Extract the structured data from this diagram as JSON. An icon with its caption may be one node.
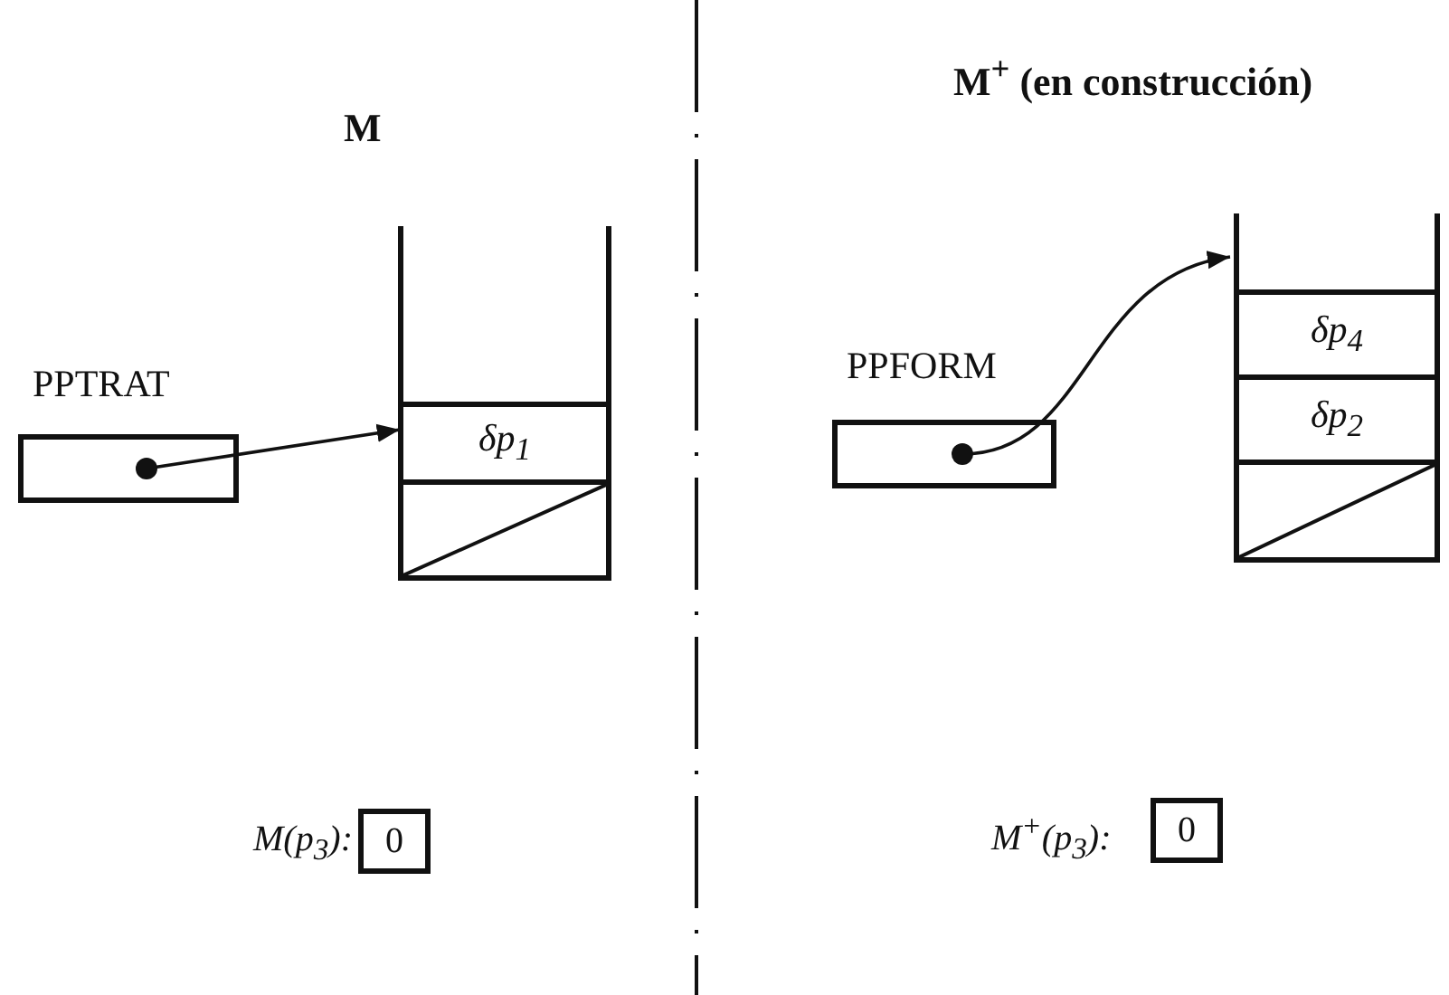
{
  "diagram": {
    "nodes": [
      {
        "text": [
          "PPTRAT"
        ]
      },
      {
        "text": [],
        "shape": "box"
      },
      {
        "text": [
          "δp$_{1}$"
        ],
        "in": 1
      },
      {
        "text": [],
        "shape": "box",
        "in": 1
      },
      {
        "text": [
          "PPFORM"
        ]
      },
      {
        "text": [],
        "shape": "box"
      },
      {
        "text": [
          "δp$_{4}$"
        ],
        "in": 5
      },
      {
        "text": [
          "δp$_{2}$"
        ],
        "in": 5
      },
      {
        "text": [],
        "shape": "box",
        "in": 5
      },
      {
        "text": [
          "0"
        ],
        "beside": [
          "M(p$_{3}$):"
        ]
      },
      {
        "text": [
          "0"
        ],
        "beside": [
          "M$^{+}$(p$_{3}$):"
        ]
      }
    ],
    "edges": [
      {
        "from": 0,
        "to": 2,
        "arrow": "to"
      },
      {
        "from": 4,
        "to": 5,
        "arrow": "to"
      }
    ],
    "labels": [
      "M",
      "M$^{+}$ (en construcción)"
    ]
  }
}
